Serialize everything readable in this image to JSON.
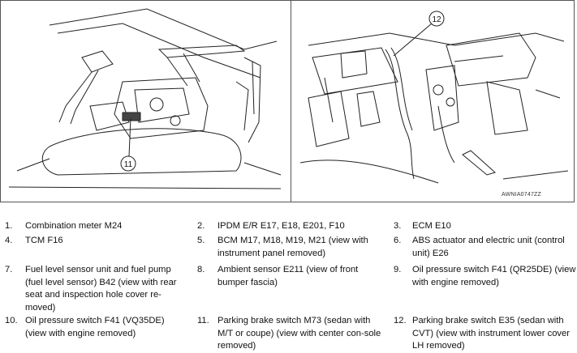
{
  "figure": {
    "reference_code": "AWNIA0747ZZ",
    "callouts": {
      "left": "11",
      "right": "12"
    }
  },
  "legend": [
    {
      "num": "1.",
      "text": "Combination meter M24"
    },
    {
      "num": "2.",
      "text": "IPDM E/R E17, E18, E201, F10"
    },
    {
      "num": "3.",
      "text": "ECM E10"
    },
    {
      "num": "4.",
      "text": "TCM F16"
    },
    {
      "num": "5.",
      "text": "BCM M17, M18, M19, M21 (view with instrument panel removed)"
    },
    {
      "num": "6.",
      "text": "ABS actuator and electric unit (control unit) E26"
    },
    {
      "num": "7.",
      "text": "Fuel level sensor unit and fuel pump (fuel level sensor) B42 (view with rear seat and inspection hole cover re-moved)"
    },
    {
      "num": "8.",
      "text": "Ambient sensor E211 (view of front bumper fascia)"
    },
    {
      "num": "9.",
      "text": "Oil pressure switch F41 (QR25DE) (view with engine removed)"
    },
    {
      "num": "10.",
      "text": "Oil pressure switch F41 (VQ35DE) (view with engine removed)"
    },
    {
      "num": "11.",
      "text": "Parking brake switch M73 (sedan with M/T or coupe) (view with center con-sole removed)"
    },
    {
      "num": "12.",
      "text": "Parking brake switch E35 (sedan with CVT) (view with instrument lower cover LH removed)"
    }
  ]
}
